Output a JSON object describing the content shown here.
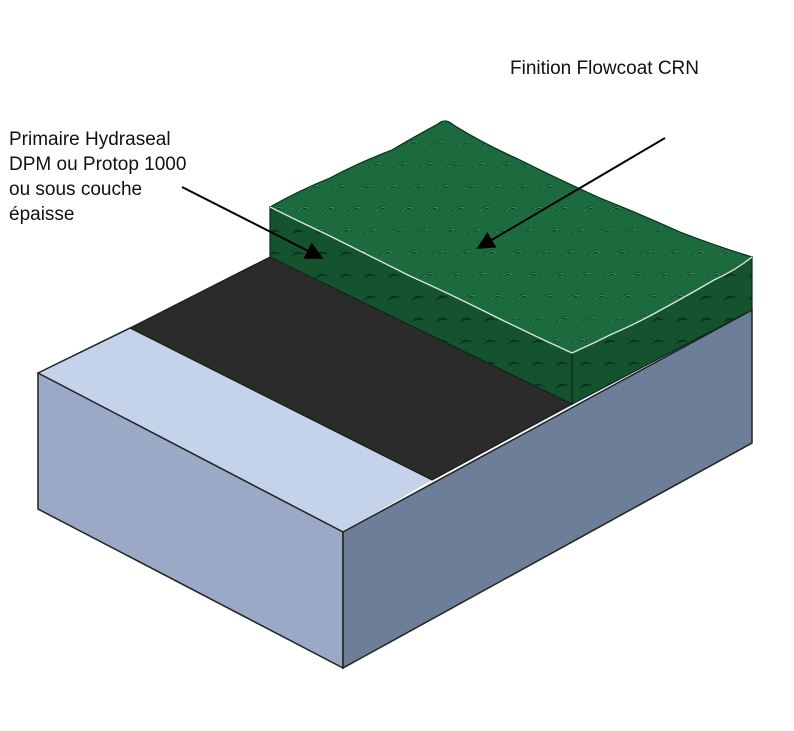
{
  "labels": {
    "top_coat": "Finition Flowcoat CRN",
    "primer_lines": [
      "Primaire Hydraseal",
      "DPM ou Protop 1000",
      "ou sous couche",
      "épaisse"
    ]
  },
  "colors": {
    "concrete_top": "#c5d3ea",
    "concrete_front": "#9aa9c6",
    "concrete_side": "#6d7e98",
    "primer": "#2b2b2b",
    "coat_top": "#1b6b3f",
    "coat_side": "#15532f",
    "coat_shadow": "#0c331d",
    "coat_highlight": "#3a9463",
    "outline": "#222222"
  }
}
